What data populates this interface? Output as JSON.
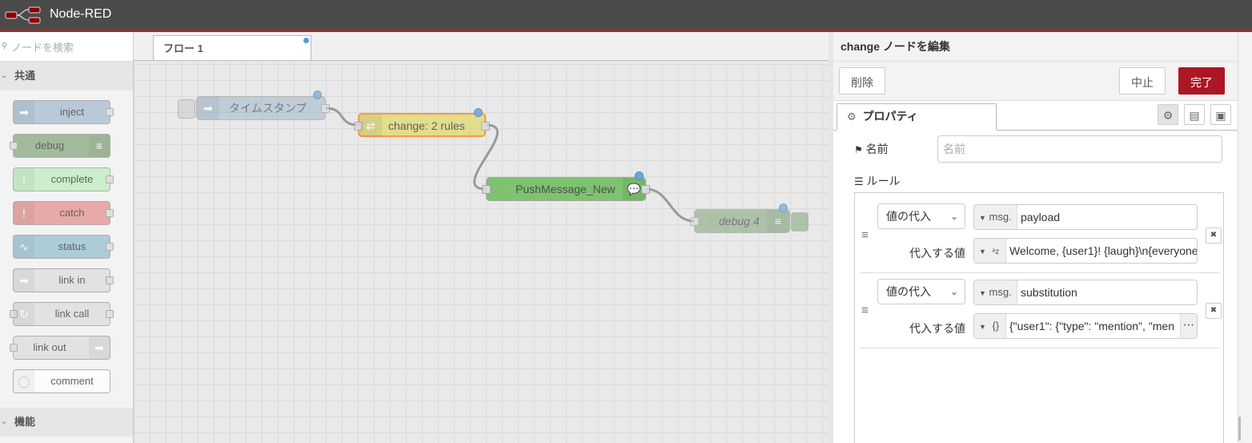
{
  "header": {
    "title": "Node-RED",
    "logo_icon": "node-red-logo-icon"
  },
  "palette": {
    "search_placeholder": "ノードを検索",
    "category_common": "共通",
    "category_function": "機能",
    "nodes": [
      {
        "label": "inject",
        "color": "#a6bbcf",
        "icon": "arrow-icon"
      },
      {
        "label": "debug",
        "color": "#87a980",
        "icon": "list-icon"
      },
      {
        "label": "complete",
        "color": "#c0edc0",
        "icon": "exclamation-icon"
      },
      {
        "label": "catch",
        "color": "#e49191",
        "icon": "exclamation-icon"
      },
      {
        "label": "status",
        "color": "#94c1d0",
        "icon": "pulse-icon"
      },
      {
        "label": "link in",
        "color": "#dddddd",
        "icon": "link-arrow-icon"
      },
      {
        "label": "link call",
        "color": "#dddddd",
        "icon": "link-call-icon"
      },
      {
        "label": "link out",
        "color": "#dddddd",
        "icon": "link-arrow-icon"
      },
      {
        "label": "comment",
        "color": "#ffffff",
        "icon": "comment-icon"
      }
    ]
  },
  "workspace": {
    "tab_label": "フロー 1",
    "nodes": [
      {
        "id": "n1",
        "label": "タイムスタンプ",
        "color": "#a6bbcf"
      },
      {
        "id": "n2",
        "label": "change: 2 rules",
        "color": "#e2d96e"
      },
      {
        "id": "n3",
        "label": "PushMessage_New",
        "color": "#6bbd5b"
      },
      {
        "id": "n4",
        "label": "debug 4",
        "color": "#87a980"
      }
    ]
  },
  "editor": {
    "title": "change ノードを編集",
    "delete_label": "削除",
    "cancel_label": "中止",
    "done_label": "完了",
    "tab_properties": "プロパティ",
    "name_label": "名前",
    "name_placeholder": "名前",
    "rules_label": "ルール",
    "rules": [
      {
        "action": "値の代入",
        "target_prefix": "msg.",
        "target": "payload",
        "value_label": "代入する値",
        "value_type_icon": "az-string-icon",
        "value": "Welcome, {user1}! {laugh}\\n{everyone"
      },
      {
        "action": "値の代入",
        "target_prefix": "msg.",
        "target": "substitution",
        "value_label": "代入する値",
        "value_type_icon": "{}",
        "value": "{\"user1\": {\"type\": \"mention\", \"men"
      }
    ]
  }
}
